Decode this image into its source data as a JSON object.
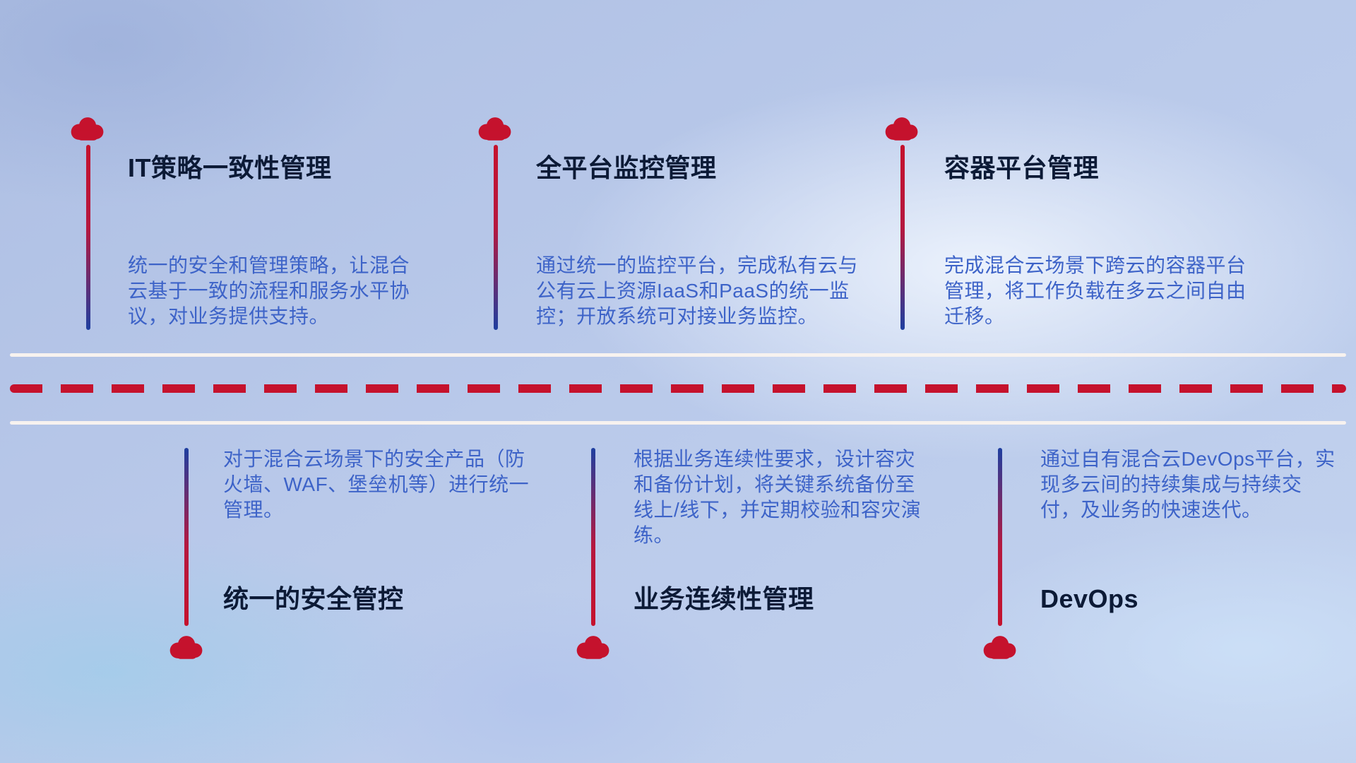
{
  "diagram": {
    "theme": "hybrid-cloud-capabilities-timeline",
    "colors": {
      "accent_red": "#c5122d",
      "line_blue": "#1e3fa0",
      "title_text": "#0c1a36",
      "desc_text": "#3d63c8",
      "divider_white": "#f7f2ef",
      "background_blue": "#b9c9ea"
    },
    "icons": {
      "node_icon": "cloud-icon"
    },
    "top_cards": [
      {
        "title": "IT策略一致性管理",
        "desc": "统一的安全和管理策略，让混合云基于一致的流程和服务水平协议，对业务提供支持。"
      },
      {
        "title": "全平台监控管理",
        "desc": "通过统一的监控平台，完成私有云与公有云上资源IaaS和PaaS的统一监控；开放系统可对接业务监控。"
      },
      {
        "title": "容器平台管理",
        "desc": "完成混合云场景下跨云的容器平台管理，将工作负载在多云之间自由迁移。"
      }
    ],
    "bottom_cards": [
      {
        "title": "统一的安全管控",
        "desc": "对于混合云场景下的安全产品（防火墙、WAF、堡垒机等）进行统一管理。"
      },
      {
        "title": "业务连续性管理",
        "desc": "根据业务连续性要求，设计容灾和备份计划，将关键系统备份至线上/线下，并定期校验和容灾演练。"
      },
      {
        "title": "DevOps",
        "desc": "通过自有混合云DevOps平台，实现多云间的持续集成与持续交付，及业务的快速迭代。"
      }
    ]
  }
}
